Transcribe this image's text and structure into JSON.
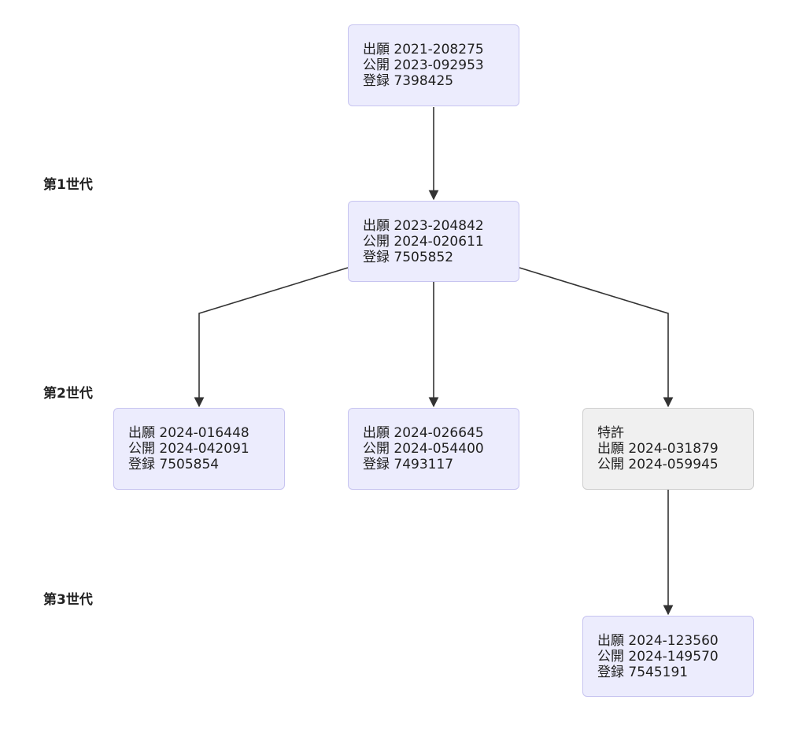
{
  "generations": [
    {
      "id": "gen1",
      "label": "第1世代"
    },
    {
      "id": "gen2",
      "label": "第2世代"
    },
    {
      "id": "gen3",
      "label": "第3世代"
    }
  ],
  "nodes": [
    {
      "id": "n0",
      "lines": [
        "出願 2021-208275",
        "公開 2023-092953",
        "登録 7398425"
      ]
    },
    {
      "id": "n1",
      "lines": [
        "出願 2023-204842",
        "公開 2024-020611",
        "登録 7505852"
      ]
    },
    {
      "id": "n2",
      "lines": [
        "出願 2024-016448",
        "公開 2024-042091",
        "登録 7505854"
      ]
    },
    {
      "id": "n3",
      "lines": [
        "出願 2024-026645",
        "公開 2024-054400",
        "登録 7493117"
      ]
    },
    {
      "id": "n4",
      "lines": [
        "特許",
        "出願 2024-031879",
        "公開 2024-059945"
      ],
      "style": "gray"
    },
    {
      "id": "n5",
      "lines": [
        "出願 2024-123560",
        "公開 2024-149570",
        "登録 7545191"
      ]
    }
  ],
  "edges": [
    {
      "from": "n0",
      "to": "n1"
    },
    {
      "from": "n1",
      "to": "n2"
    },
    {
      "from": "n1",
      "to": "n3"
    },
    {
      "from": "n1",
      "to": "n4"
    },
    {
      "from": "n4",
      "to": "n5"
    }
  ],
  "colors": {
    "node_fill": "#ececfd",
    "node_border": "#c7c4f0",
    "gray_fill": "#f0f0f0",
    "gray_border": "#cfcfcf",
    "edge": "#333333"
  }
}
